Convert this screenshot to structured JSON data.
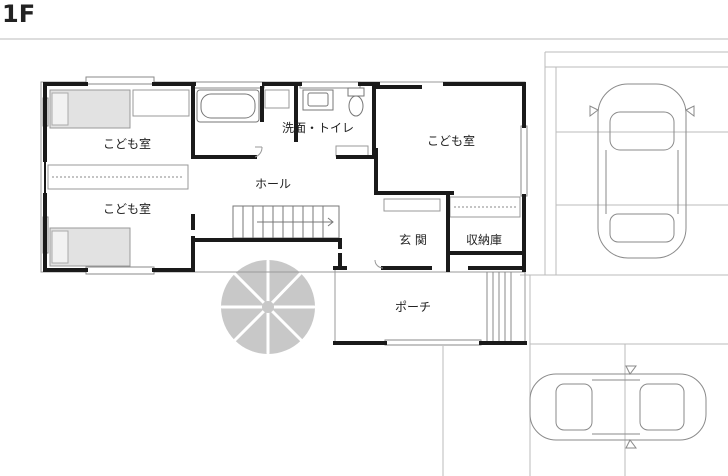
{
  "floor": "1F",
  "rooms": {
    "kids_room_1": "こども室",
    "kids_room_2": "こども室",
    "kids_room_3": "こども室",
    "washroom_toilet": "洗面・トイレ",
    "hall": "ホール",
    "entrance": "玄 関",
    "storage": "収納庫",
    "porch": "ポーチ"
  },
  "colors": {
    "wall": "#1a1a1a",
    "thin_line": "#9a9a9a",
    "fixture": "#777777",
    "bed": "#e0e0e0",
    "tree": "#c8c8c8",
    "tree_line": "#ffffff",
    "car": "#8a8a8a"
  },
  "icons": [
    "bathtub-icon",
    "toilet-icon",
    "washbasin-icon",
    "bed-icon",
    "tree-icon",
    "car-icon",
    "stairs-icon"
  ]
}
